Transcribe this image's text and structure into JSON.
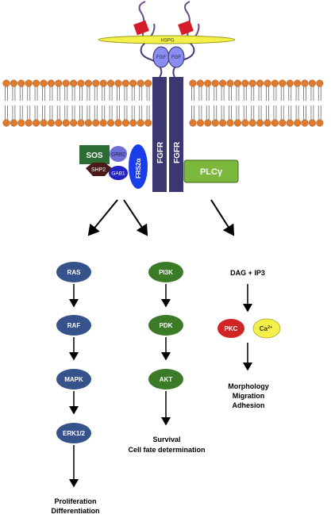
{
  "membrane": {
    "hspg_label": "HSPG",
    "fgf_label": "FGF",
    "receptor_label": "FGFR"
  },
  "adaptors": {
    "sos": "SOS",
    "grb2": "GRB2",
    "shp2": "SHP2",
    "gab1": "GAB1",
    "frs2": "FRS2α",
    "plcg": "PLCγ"
  },
  "pathways": {
    "mapk": {
      "nodes": [
        "RAS",
        "RAF",
        "MAPK",
        "ERK1/2"
      ],
      "outcome": [
        "Proliferation",
        "Differentiation"
      ]
    },
    "pi3k": {
      "nodes": [
        "PI3K",
        "PDK",
        "AKT"
      ],
      "outcome": [
        "Survival",
        "Cell fate determination"
      ]
    },
    "plc": {
      "messengers": "DAG + IP3",
      "pkc": "PKC",
      "ca_base": "Ca",
      "ca_sup": "2+",
      "outcome": [
        "Morphology",
        "Migration",
        "Adhesion"
      ]
    }
  },
  "colors": {
    "head": "#e07b2e",
    "tail": "#888888",
    "hspg": "#f3f04a",
    "heparan": "#d41c2a",
    "fgf": "#8a8ef2",
    "fgfr": "#3b3871",
    "sos": "#2b6c33",
    "grb2": "#6b6fd6",
    "shp2": "#4a1a1a",
    "gab1": "#2222c0",
    "frs2": "#1a3dea",
    "plcg": "#7cb83e",
    "mapk_node": "#35528a",
    "pi3k_node": "#3b7a26",
    "pkc": "#d12424",
    "ca": "#f3f04a"
  }
}
